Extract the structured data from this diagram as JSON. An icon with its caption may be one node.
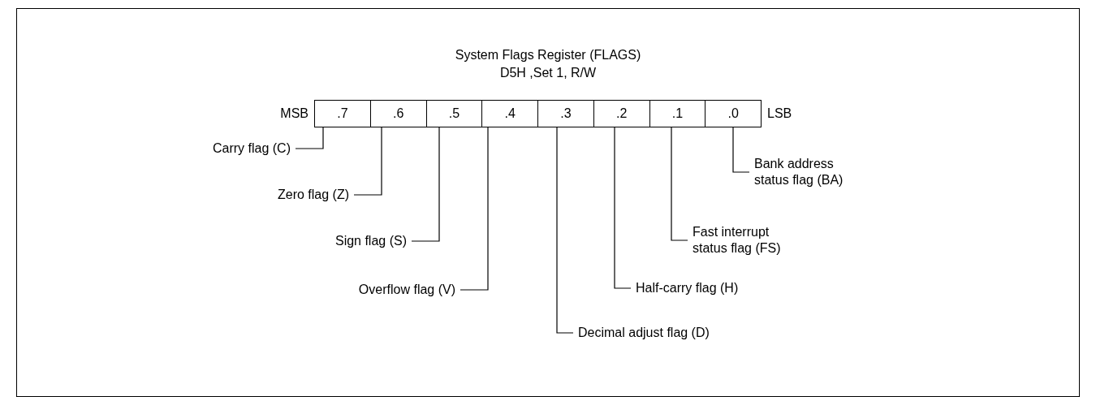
{
  "diagram": {
    "title": "System Flags Register (FLAGS)",
    "nodes": [
      {
        "text": [
          ".7"
        ]
      },
      {
        "text": [
          ".6"
        ]
      },
      {
        "text": [
          ".5"
        ]
      },
      {
        "text": [
          ".4"
        ]
      },
      {
        "text": [
          ".3"
        ]
      },
      {
        "text": [
          ".2"
        ]
      },
      {
        "text": [
          ".1"
        ]
      },
      {
        "text": [
          ".0"
        ]
      },
      {
        "text": [
          "Carry flag (C)"
        ]
      },
      {
        "text": [
          "Zero flag (Z)"
        ]
      },
      {
        "text": [
          "Sign flag (S)"
        ]
      },
      {
        "text": [
          "Overflow flag (V)"
        ]
      },
      {
        "text": [
          "Decimal adjust flag (D)"
        ]
      },
      {
        "text": [
          "Half-carry flag (H)"
        ]
      },
      {
        "text": [
          "Fast interrupt status flag (FS)"
        ]
      },
      {
        "text": [
          "Bank address status flag (BA)"
        ]
      }
    ],
    "edges": [
      {
        "from": 8,
        "to": 0,
        "arrow": "none"
      },
      {
        "from": 9,
        "to": 1,
        "arrow": "none"
      },
      {
        "from": 10,
        "to": 2,
        "arrow": "none"
      },
      {
        "from": 11,
        "to": 3,
        "arrow": "none"
      },
      {
        "from": 12,
        "to": 4,
        "arrow": "none"
      },
      {
        "from": 13,
        "to": 5,
        "arrow": "none"
      },
      {
        "from": 14,
        "to": 6,
        "arrow": "none"
      },
      {
        "from": 15,
        "to": 7,
        "arrow": "none"
      }
    ],
    "labels": [
      "D5H ,Set 1, R/W",
      "MSB",
      "LSB"
    ]
  }
}
